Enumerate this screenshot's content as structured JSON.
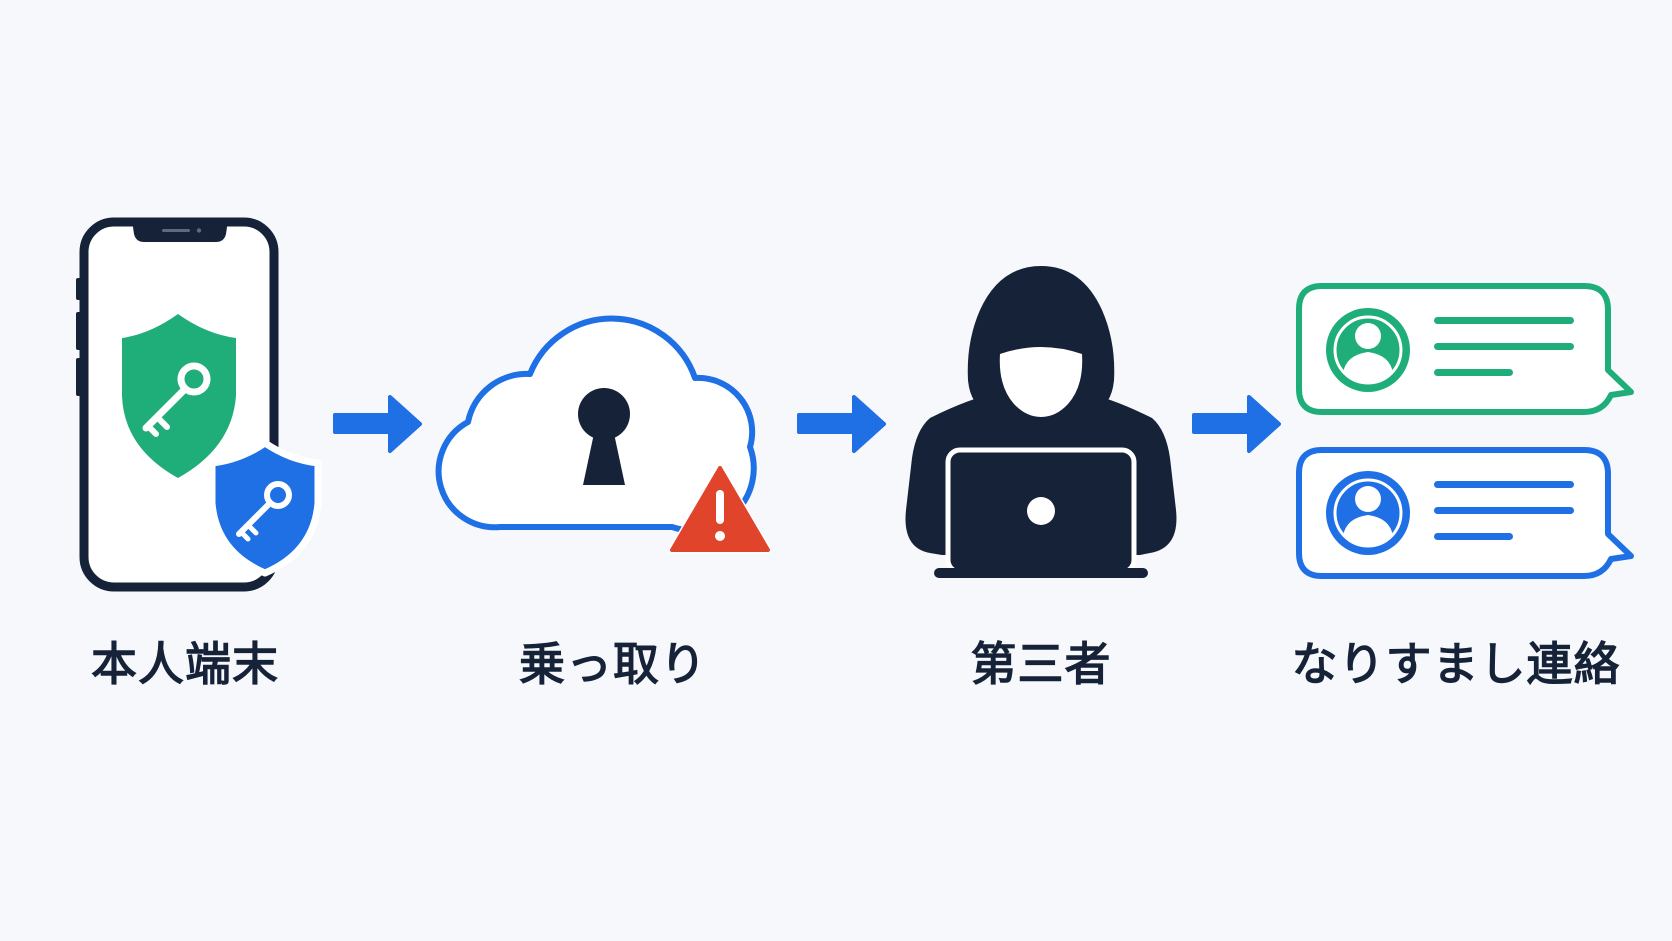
{
  "steps": [
    {
      "label": "本人端末",
      "icon": "smartphone-shield-key-icon"
    },
    {
      "label": "乗っ取り",
      "icon": "cloud-lock-warning-icon"
    },
    {
      "label": "第三者",
      "icon": "hooded-hacker-laptop-icon"
    },
    {
      "label": "なりすまし連絡",
      "icon": "chat-messages-icon"
    }
  ],
  "colors": {
    "background": "#f6f8fb",
    "navy": "#152238",
    "blue": "#1f6fe5",
    "green": "#1fae7a",
    "red": "#e0452b"
  }
}
